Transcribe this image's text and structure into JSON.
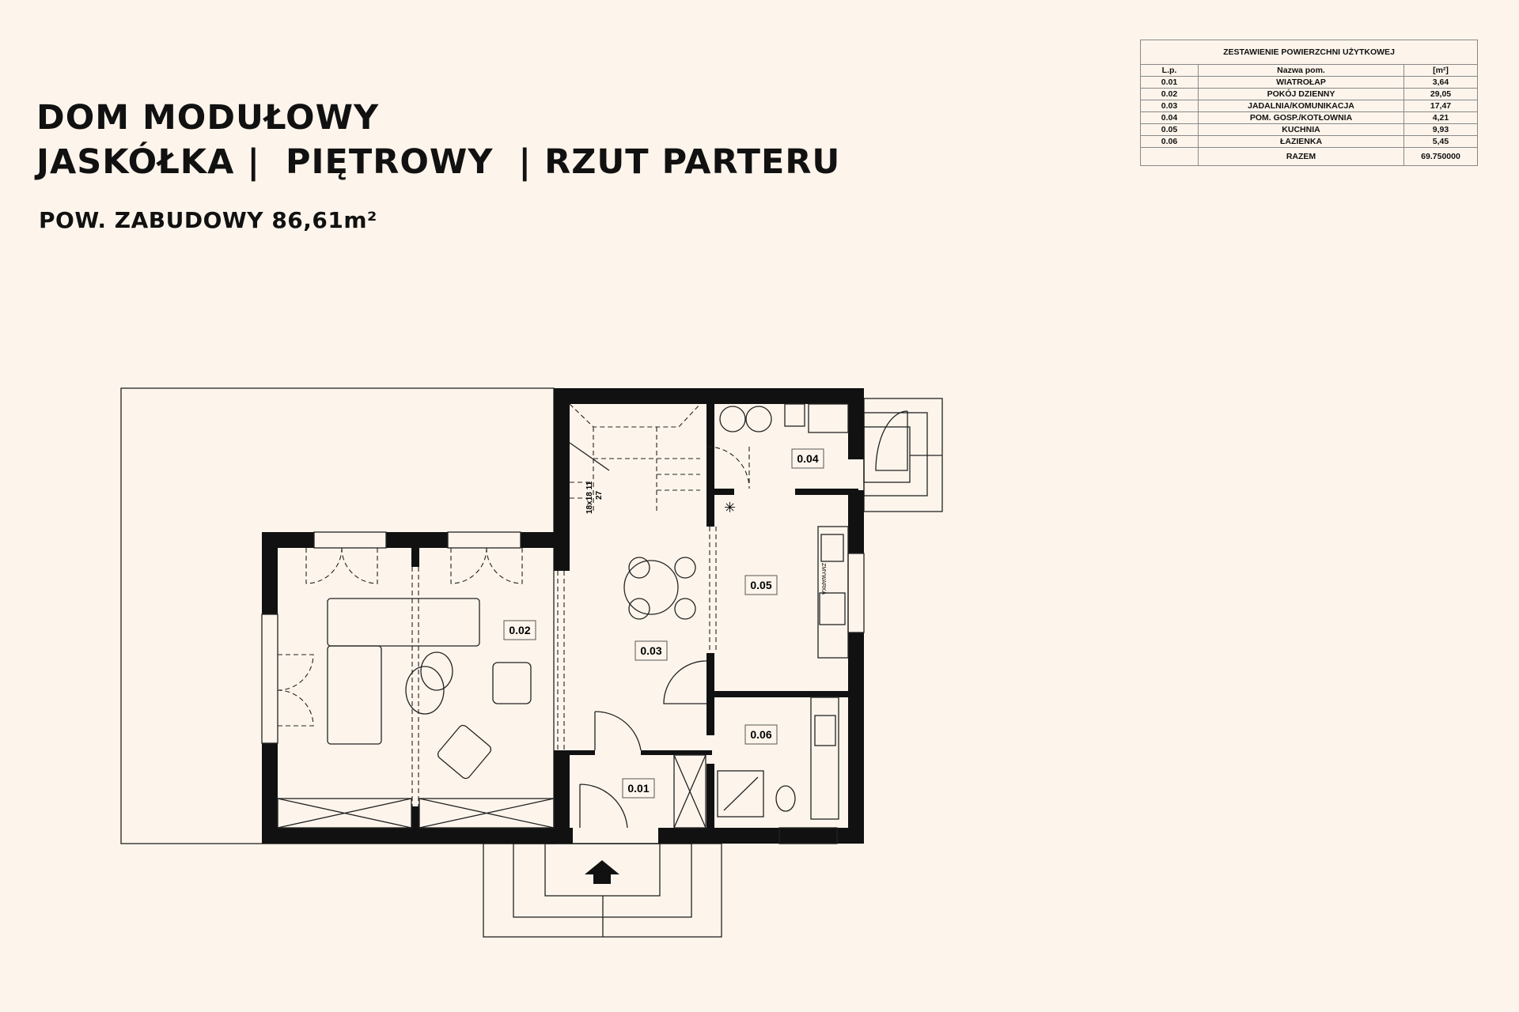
{
  "title": {
    "line1": "DOM MODUŁOWY",
    "line2": "JASKÓŁKA |  PIĘTROWY  | RZUT PARTERU"
  },
  "subtitle": "POW. ZABUDOWY 86,61m²",
  "table": {
    "caption": "ZESTAWIENIE POWIERZCHNI UŻYTKOWEJ",
    "headers": [
      "L.p.",
      "Nazwa pom.",
      "[m²]"
    ],
    "rows": [
      {
        "lp": "0.01",
        "name": "WIATROŁAP",
        "area": "3,64"
      },
      {
        "lp": "0.02",
        "name": "POKÓJ DZIENNY",
        "area": "29,05"
      },
      {
        "lp": "0.03",
        "name": "JADALNIA/KOMUNIKACJA",
        "area": "17,47"
      },
      {
        "lp": "0.04",
        "name": "POM. GOSP./KOTŁOWNIA",
        "area": "4,21"
      },
      {
        "lp": "0.05",
        "name": "KUCHNIA",
        "area": "9,93"
      },
      {
        "lp": "0.06",
        "name": "ŁAZIENKA",
        "area": "5,45"
      }
    ],
    "total_label": "RAZEM",
    "total_value": "69.750000"
  },
  "plan": {
    "rooms": [
      "0.01",
      "0.02",
      "0.03",
      "0.04",
      "0.05",
      "0.06"
    ],
    "stair_label_1": "18x18 11",
    "stair_label_2": "27",
    "fridge_label": "ZMYWARKA"
  }
}
